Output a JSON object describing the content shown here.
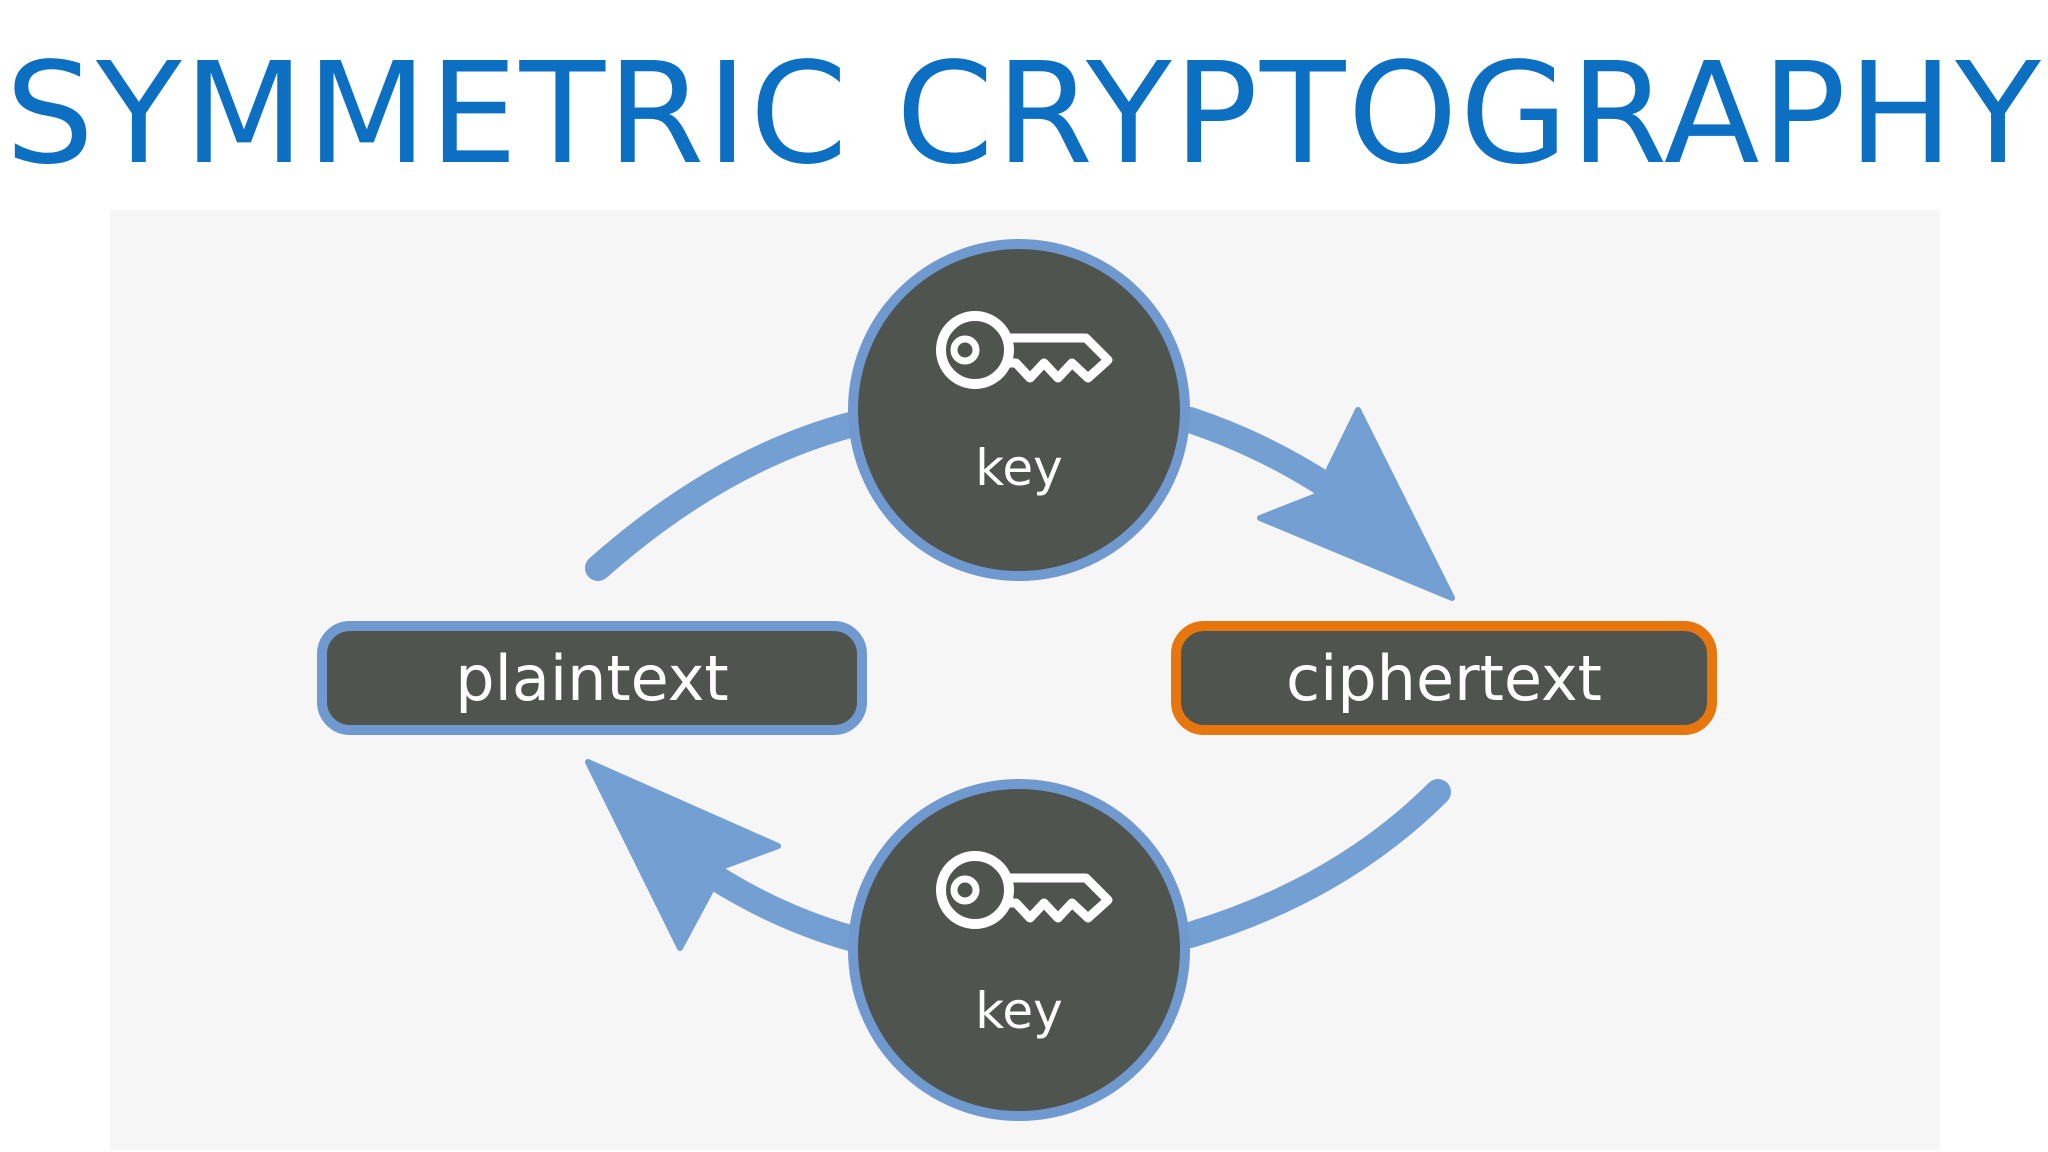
{
  "title": "SYMMETRIC CRYPTOGRAPHY",
  "nodes": {
    "plaintext": "plaintext",
    "ciphertext": "ciphertext",
    "key_top": "key",
    "key_bottom": "key"
  },
  "icons": {
    "key_top": "key-icon",
    "key_bottom": "key-icon"
  },
  "colors": {
    "title": "#0d6fc2",
    "node_fill": "#50544f",
    "ring_blue": "#7099cf",
    "ring_orange": "#e8760f",
    "arrow": "#749fd3",
    "icon": "#ffffff"
  }
}
